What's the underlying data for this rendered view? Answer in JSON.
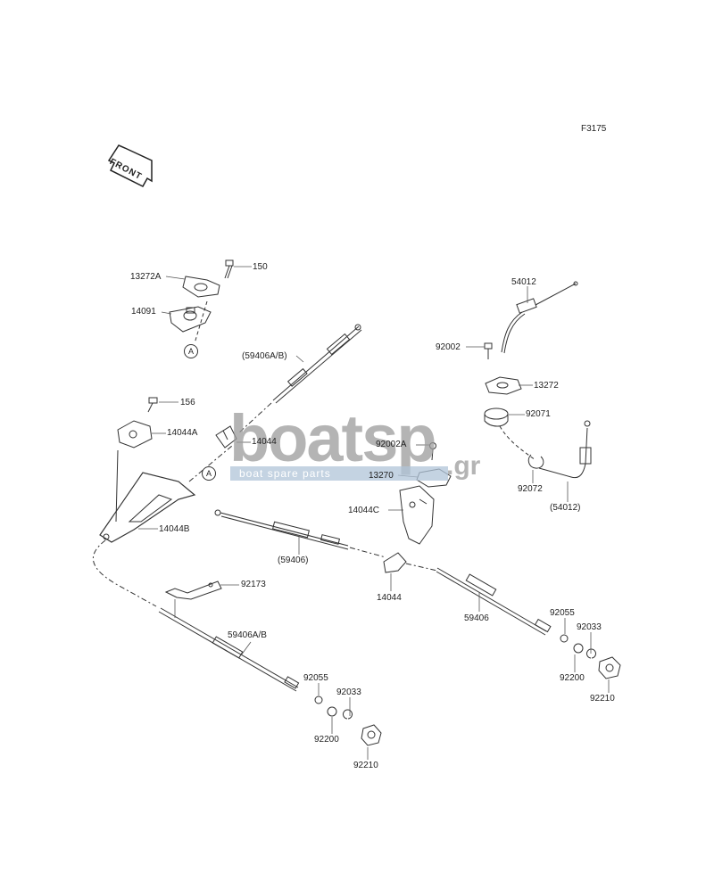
{
  "figure_code": "F3175",
  "front_label": "FRONT",
  "ref_marker": "A",
  "watermark": {
    "logo": "boatsp",
    "suffix": ".gr",
    "tagline": "boat spare parts"
  },
  "callouts": [
    {
      "id": "c1",
      "text": "150"
    },
    {
      "id": "c2",
      "text": "13272A"
    },
    {
      "id": "c3",
      "text": "14091"
    },
    {
      "id": "c4",
      "text": "(59406A/B)"
    },
    {
      "id": "c5",
      "text": "156"
    },
    {
      "id": "c6",
      "text": "14044A"
    },
    {
      "id": "c7",
      "text": "14044"
    },
    {
      "id": "c8",
      "text": "14044B"
    },
    {
      "id": "c9",
      "text": "54012"
    },
    {
      "id": "c10",
      "text": "92002"
    },
    {
      "id": "c11",
      "text": "13272"
    },
    {
      "id": "c12",
      "text": "92071"
    },
    {
      "id": "c13",
      "text": "92002A"
    },
    {
      "id": "c14",
      "text": "13270"
    },
    {
      "id": "c15",
      "text": "14044C"
    },
    {
      "id": "c16",
      "text": "92072"
    },
    {
      "id": "c17",
      "text": "(54012)"
    },
    {
      "id": "c18",
      "text": "(59406)"
    },
    {
      "id": "c19",
      "text": "14044"
    },
    {
      "id": "c20",
      "text": "59406"
    },
    {
      "id": "c21",
      "text": "92055"
    },
    {
      "id": "c22",
      "text": "92033"
    },
    {
      "id": "c23",
      "text": "92200"
    },
    {
      "id": "c24",
      "text": "92210"
    },
    {
      "id": "c25",
      "text": "92173"
    },
    {
      "id": "c26",
      "text": "59406A/B"
    },
    {
      "id": "c27",
      "text": "92055"
    },
    {
      "id": "c28",
      "text": "92033"
    },
    {
      "id": "c29",
      "text": "92200"
    },
    {
      "id": "c30",
      "text": "92210"
    }
  ]
}
